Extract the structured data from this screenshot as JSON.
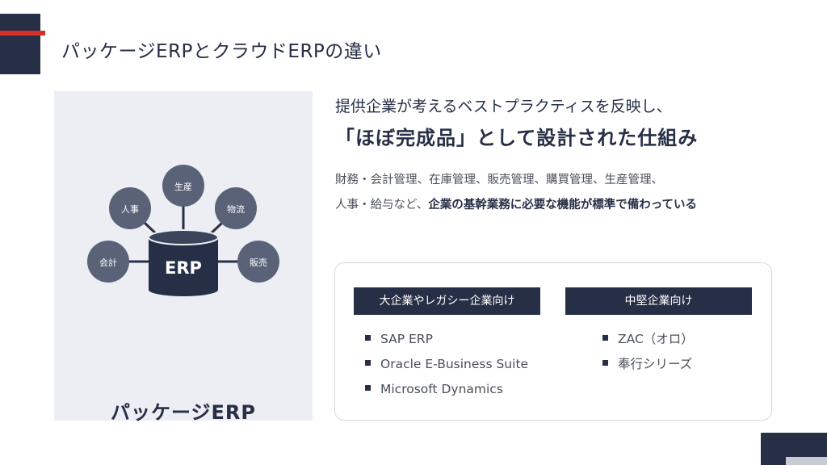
{
  "slide": {
    "title": "パッケージERPとクラウドERPの違い",
    "colors": {
      "navy": "#262f45",
      "accent_red": "#d7302a",
      "panel_bg": "#eceef3",
      "node_gray": "#5a6277"
    }
  },
  "diagram": {
    "center_label": "ERP",
    "nodes": [
      "生産",
      "人事",
      "物流",
      "会計",
      "販売"
    ],
    "caption": "パッケージERP"
  },
  "content": {
    "lead_line1": "提供企業が考えるベストプラクティスを反映し、",
    "lead_line2": "「ほぼ完成品」として設計された仕組み",
    "desc_line1": "財務・会計管理、在庫管理、販売管理、購買管理、生産管理、",
    "desc_line2_plain": "人事・給与など、",
    "desc_line2_bold": "企業の基幹業務に必要な機能が標準で備わっている"
  },
  "vendors": {
    "left": {
      "header": "大企業やレガシー企業向け",
      "items": [
        "SAP ERP",
        "Oracle E-Business Suite",
        "Microsoft Dynamics"
      ]
    },
    "right": {
      "header": "中堅企業向け",
      "items": [
        "ZAC（オロ）",
        "奉行シリーズ"
      ]
    }
  }
}
